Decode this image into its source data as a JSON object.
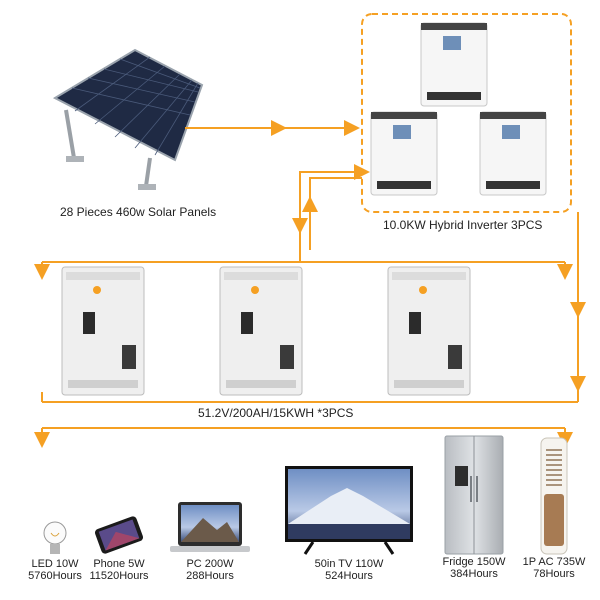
{
  "colors": {
    "flow": "#f5a023",
    "panel_cell": "#1f2a44",
    "device_body": "#f2f2f2"
  },
  "solar": {
    "label": "28 Pieces 460w Solar Panels"
  },
  "inverter": {
    "label": "10.0KW Hybrid Inverter 3PCS"
  },
  "battery": {
    "label": "51.2V/200AH/15KWH *3PCS"
  },
  "loads": [
    {
      "name": "LED 10W",
      "hours": "5760Hours",
      "icon": "bulb-icon"
    },
    {
      "name": "Phone 5W",
      "hours": "11520Hours",
      "icon": "phone-icon"
    },
    {
      "name": "PC 200W",
      "hours": "288Hours",
      "icon": "laptop-icon"
    },
    {
      "name": "50in TV 110W",
      "hours": "524Hours",
      "icon": "tv-icon"
    },
    {
      "name": "Fridge 150W",
      "hours": "384Hours",
      "icon": "fridge-icon"
    },
    {
      "name": "1P AC 735W",
      "hours": "78Hours",
      "icon": "air-conditioner-icon"
    }
  ]
}
